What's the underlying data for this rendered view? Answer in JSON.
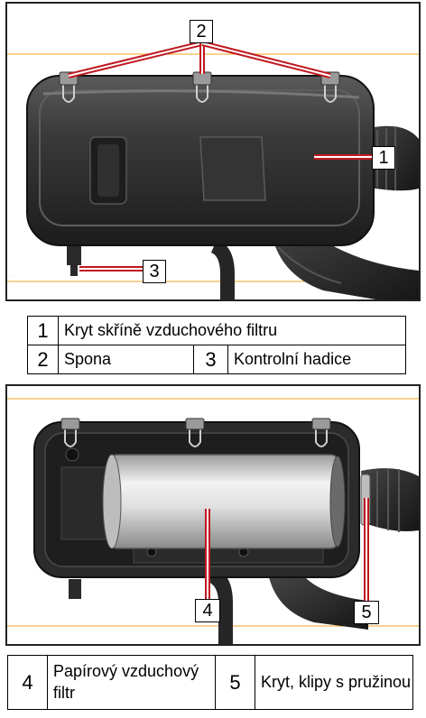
{
  "callouts_top": [
    "1",
    "2",
    "3"
  ],
  "callouts_bottom": [
    "4",
    "5"
  ],
  "legend_top": {
    "rows": [
      [
        {
          "num": "1",
          "text": "Kryt skříně vzduchového filtru"
        }
      ],
      [
        {
          "num": "2",
          "text": "Spona"
        },
        {
          "num": "3",
          "text": "Kontrolní hadice"
        }
      ]
    ]
  },
  "legend_bottom": {
    "row": [
      {
        "num": "4",
        "text": "Papírový vzduchový filtr"
      },
      {
        "num": "5",
        "text": "Kryt, klipy s pružinou"
      }
    ]
  },
  "colors": {
    "callout_line": "#c0181f",
    "guide_line": "#f5a623",
    "housing": "#2a2a2a"
  }
}
